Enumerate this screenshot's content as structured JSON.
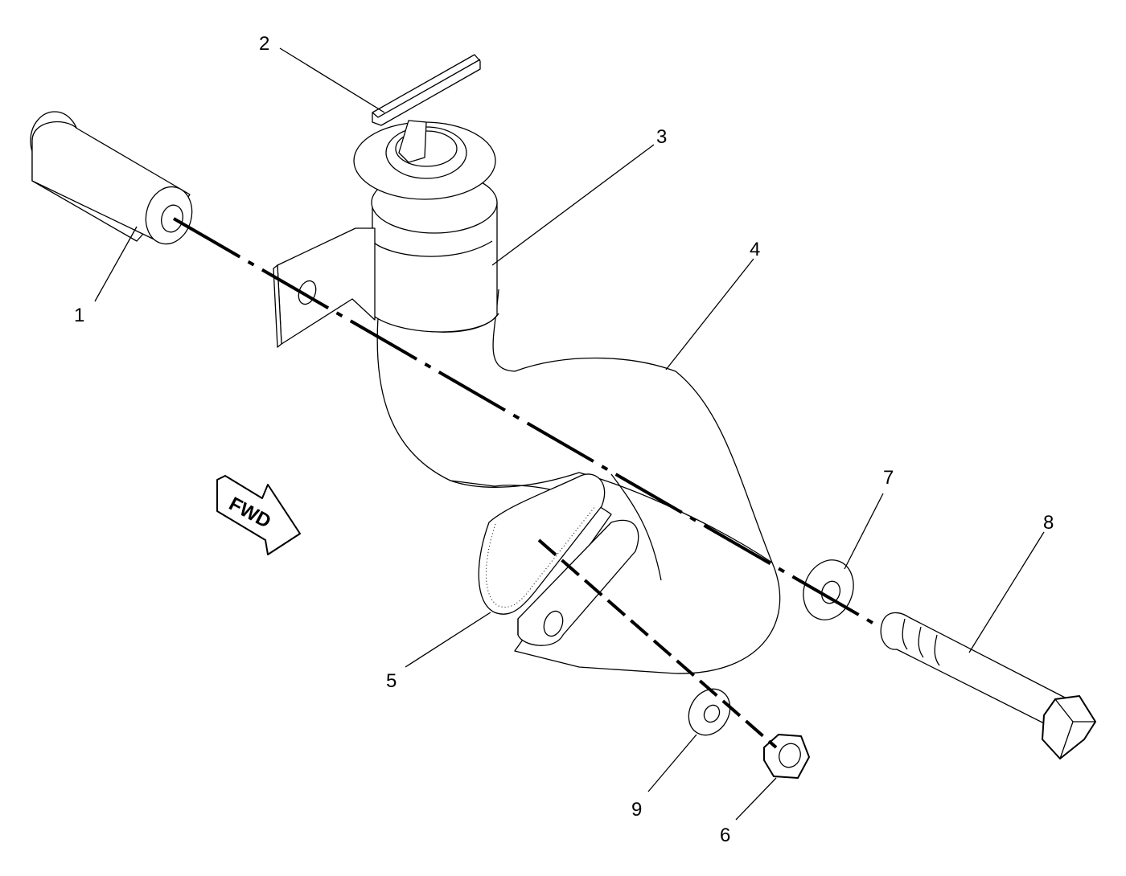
{
  "callouts": {
    "c1": "1",
    "c2": "2",
    "c3": "3",
    "c4": "4",
    "c5": "5",
    "c6": "6",
    "c7": "7",
    "c8": "8",
    "c9": "9"
  },
  "direction": {
    "label": "FWD"
  }
}
